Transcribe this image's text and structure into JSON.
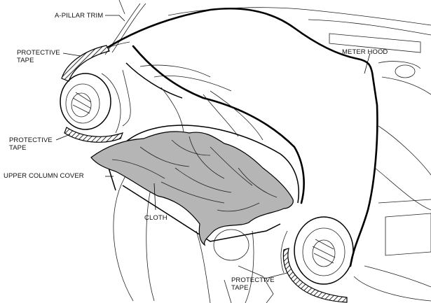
{
  "labels": {
    "a_pillar_trim": "A-PILLAR TRIM",
    "protective_tape_top_l1": "PROTECTIVE",
    "protective_tape_top_l2": "TAPE",
    "meter_hood": "METER HOOD",
    "protective_tape_mid_l1": "PROTECTIVE",
    "protective_tape_mid_l2": "TAPE",
    "upper_column_cover": "UPPER COLUMN COVER",
    "cloth": "CLOTH",
    "protective_tape_bottom_l1": "PROTECTIVE",
    "protective_tape_bottom_l2": "TAPE"
  },
  "colors": {
    "line": "#000000",
    "cloth_fill": "#b5b5b5",
    "background": "#ffffff"
  }
}
